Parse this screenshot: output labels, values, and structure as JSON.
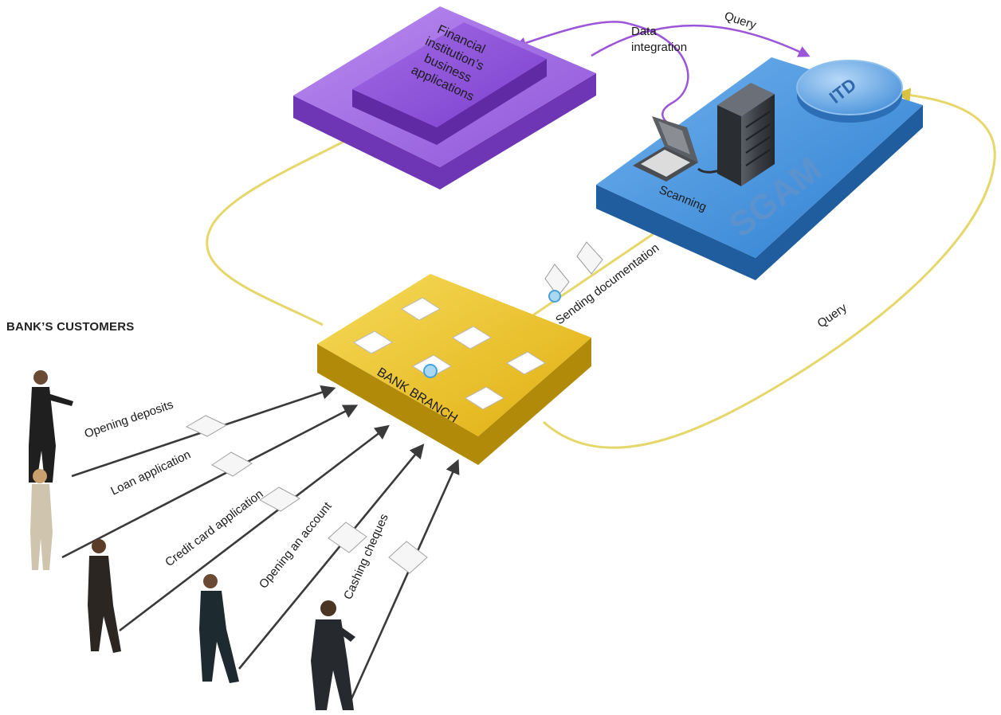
{
  "diagram": {
    "customers_heading": "BANK’S CUSTOMERS",
    "platforms": {
      "business_apps": {
        "label_lines": [
          "Financial",
          "institution’s",
          "business",
          "applications"
        ],
        "color": "#8f55d6"
      },
      "sgam": {
        "label": "SGAM",
        "disc_label": "ITD",
        "color": "#2f7fd0"
      },
      "branch": {
        "label": "BANK BRANCH",
        "color": "#e2b414"
      }
    },
    "flows": {
      "query_top": "Query",
      "data_integration": [
        "Data",
        "integration"
      ],
      "scanning": "Scanning",
      "sending_documentation": "Sending documentation",
      "query_right": "Query"
    },
    "transactions": [
      "Opening deposits",
      "Loan application",
      "Credit card application",
      "Opening an account",
      "Cashing cheques"
    ]
  }
}
